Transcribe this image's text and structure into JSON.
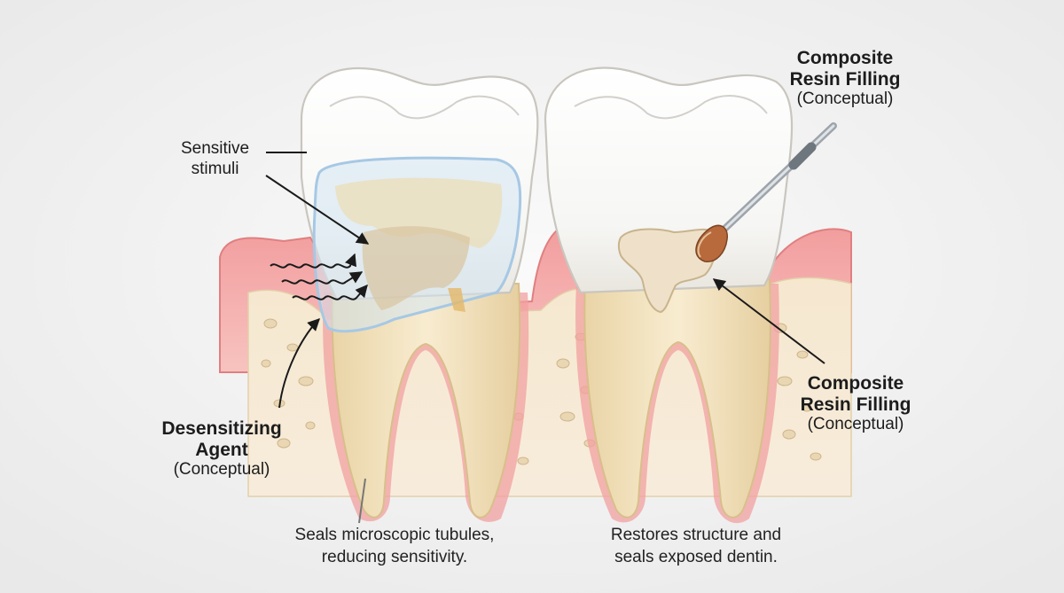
{
  "labels": {
    "sensitive_stimuli": {
      "line1": "Sensitive",
      "line2": "stimuli"
    },
    "desensitizing_agent": {
      "title_line1": "Desensitizing",
      "title_line2": "Agent",
      "subtitle": "(Conceptual)"
    },
    "resin_top": {
      "title_line1": "Composite",
      "title_line2": "Resin Filling",
      "subtitle": "(Conceptual)"
    },
    "resin_right": {
      "title_line1": "Composite",
      "title_line2": "Resin Filling",
      "subtitle": "(Conceptual)"
    }
  },
  "captions": {
    "left": {
      "line1": "Seals microscopic tubules,",
      "line2": "reducing sensitivity."
    },
    "right": {
      "line1": "Restores structure and",
      "line2": "seals exposed dentin."
    }
  },
  "colors": {
    "background": "#f3f3f3",
    "gum": "#f2a7a6",
    "bone": "#f4e6cc",
    "enamel": "#fbfbfb",
    "dentin": "#efdcb4",
    "coating": "#cfe2f2",
    "resin": "#efe1c9"
  }
}
